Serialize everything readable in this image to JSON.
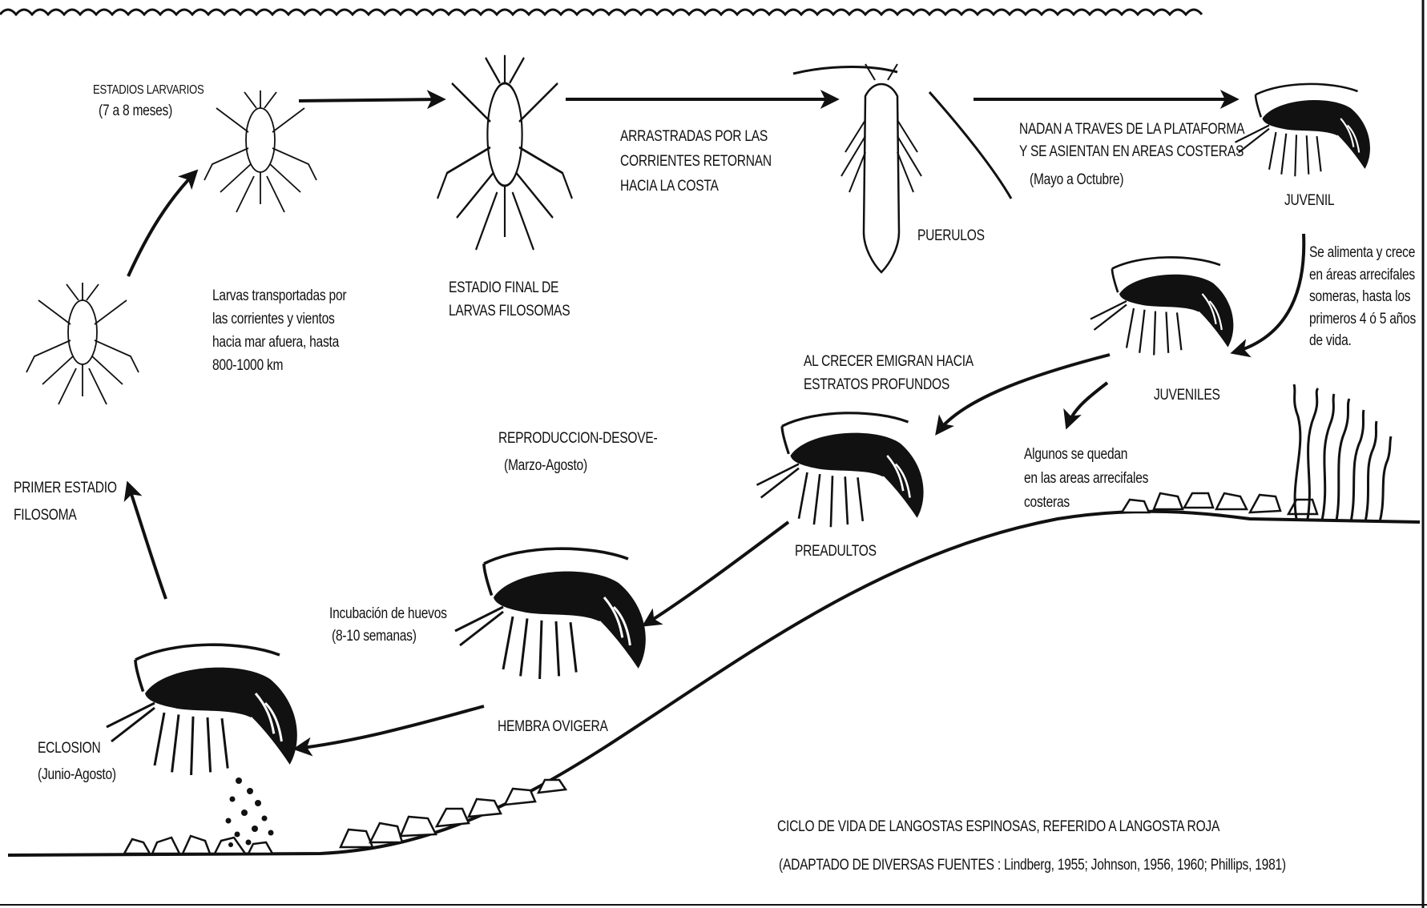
{
  "stages": {
    "larval_header": {
      "title": "ESTADIOS LARVARIOS",
      "duration": "(7  a  8 meses)"
    },
    "larvae_transport": [
      "Larvas transportadas por",
      "las corrientes y vientos",
      "hacia mar afuera, hasta",
      "800-1000 km"
    ],
    "final_phyllosoma": [
      "ESTADIO FINAL DE",
      "LARVAS FILOSOMAS"
    ],
    "currents_return": [
      "ARRASTRADAS POR LAS",
      "CORRIENTES RETORNAN",
      "HACIA LA COSTA"
    ],
    "puerulus": "PUERULOS",
    "settle": [
      "NADAN A TRAVES DE LA PLATAFORMA",
      "Y SE ASIENTAN EN AREAS COSTERAS"
    ],
    "settle_period": "(Mayo a Octubre)",
    "juvenile": "JUVENIL",
    "juvenile_growth": [
      "Se alimenta y crece",
      "en áreas arrecifales",
      "someras, hasta los",
      "primeros 4 ó 5 años",
      "de vida."
    ],
    "juveniles": "JUVENILES",
    "migrate": [
      "AL CRECER EMIGRAN HACIA",
      "ESTRATOS PROFUNDOS"
    ],
    "stay": [
      "Algunos se quedan",
      "en las areas arrecifales",
      "costeras"
    ],
    "preadults": "PREADULTOS",
    "reproduction": "REPRODUCCION-DESOVE-",
    "reproduction_period": "(Marzo-Agosto)",
    "incubation": "Incubación de huevos",
    "incubation_period": "(8-10 semanas)",
    "ovigerous": "HEMBRA OVIGERA",
    "hatching": "ECLOSION",
    "hatching_period": "(Junio-Agosto)",
    "first_phyllosoma": [
      "PRIMER ESTADIO",
      "FILOSOMA"
    ]
  },
  "caption": {
    "title": "CICLO DE VIDA DE LANGOSTAS  ESPINOSAS, REFERIDO A  LANGOSTA ROJA",
    "source": "(ADAPTADO DE DIVERSAS  FUENTES : Lindberg, 1955; Johnson, 1956, 1960; Phillips, 1981)"
  }
}
